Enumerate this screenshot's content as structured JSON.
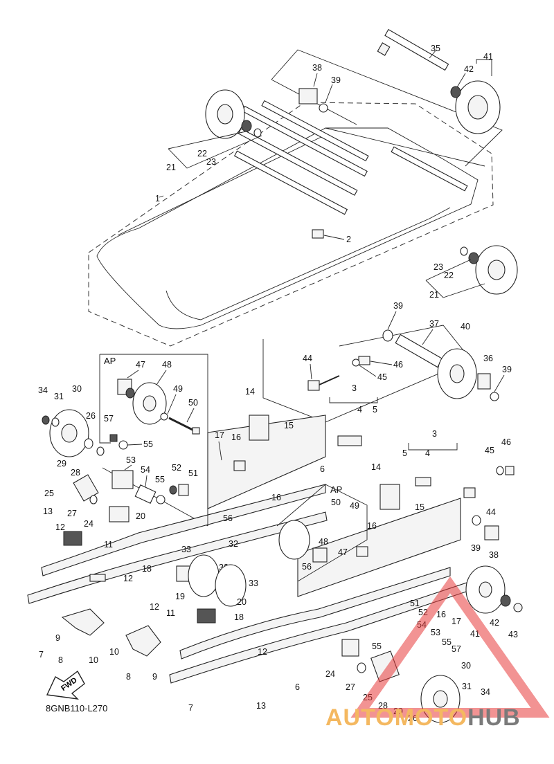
{
  "diagram": {
    "code": "8GNB110-L270",
    "fwd_label": "FWD",
    "ap_label": "AP",
    "watermark": {
      "part1": "AUTOMOTO",
      "part2": "HUB"
    },
    "callouts": [
      "1",
      "2",
      "3",
      "4",
      "5",
      "6",
      "7",
      "8",
      "9",
      "10",
      "11",
      "12",
      "13",
      "14",
      "15",
      "16",
      "17",
      "18",
      "19",
      "20",
      "21",
      "22",
      "23",
      "24",
      "25",
      "26",
      "27",
      "28",
      "29",
      "30",
      "31",
      "32",
      "33",
      "34",
      "35",
      "36",
      "37",
      "38",
      "39",
      "40",
      "41",
      "42",
      "43",
      "44",
      "45",
      "46",
      "47",
      "48",
      "49",
      "50",
      "51",
      "52",
      "53",
      "54",
      "55",
      "56",
      "57"
    ]
  }
}
